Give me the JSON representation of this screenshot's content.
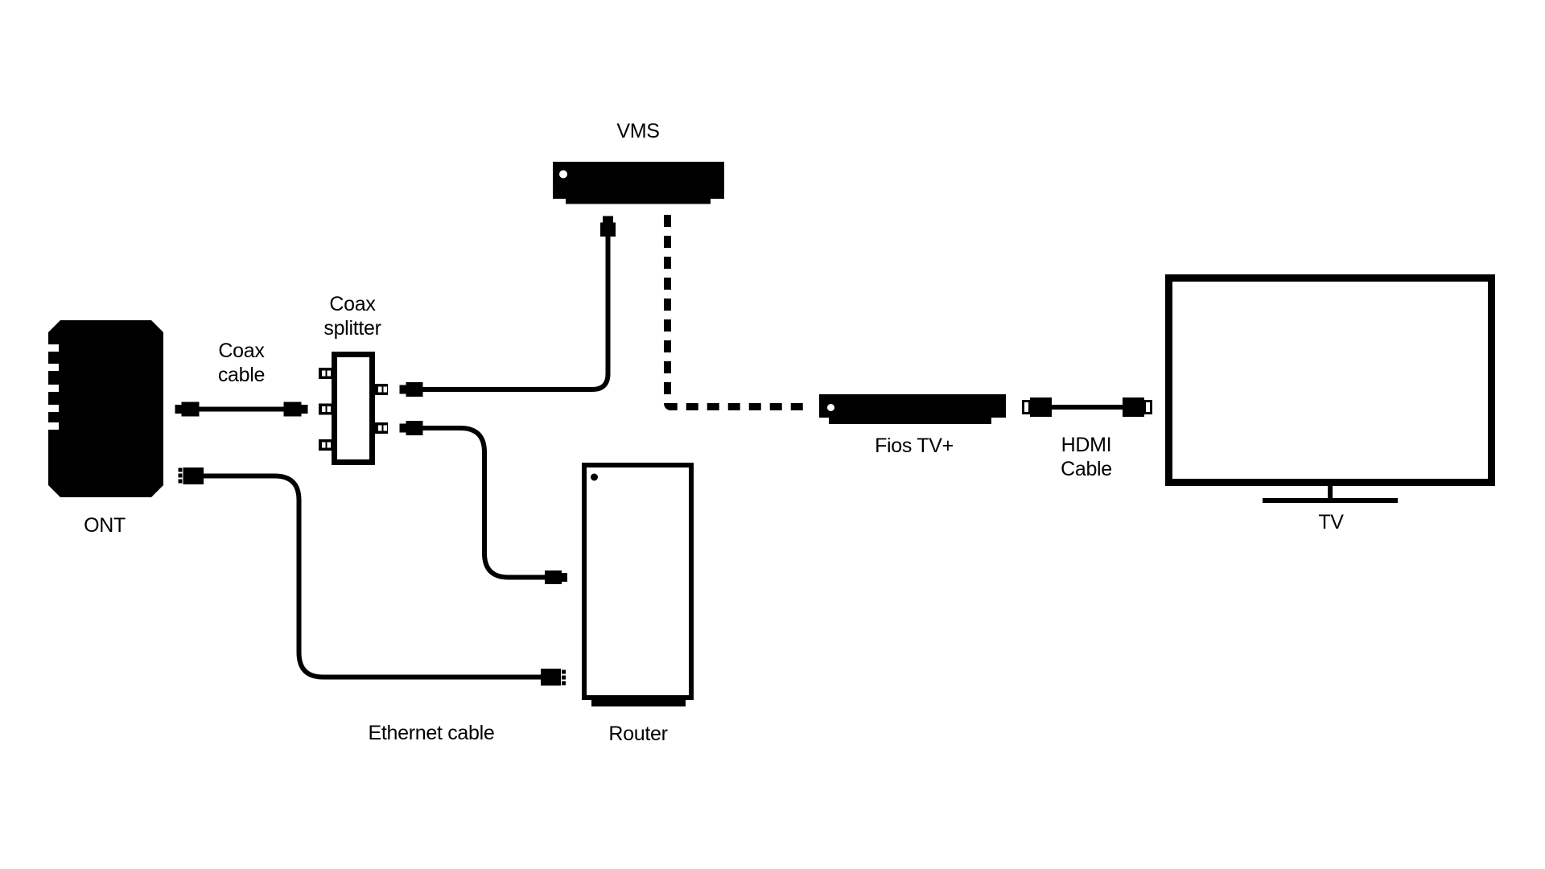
{
  "colors": {
    "ink": "#000000",
    "bg": "#ffffff"
  },
  "diagram": {
    "type": "network-setup-diagram",
    "devices": [
      "ONT",
      "Coax splitter",
      "VMS",
      "Router",
      "Fios TV+",
      "TV"
    ],
    "cables": [
      "Coax cable",
      "Ethernet cable",
      "HDMI Cable"
    ],
    "connections": [
      {
        "from": "ONT",
        "to": "Coax splitter",
        "via": "Coax cable",
        "style": "solid"
      },
      {
        "from": "Coax splitter",
        "to": "VMS",
        "style": "solid"
      },
      {
        "from": "Coax splitter",
        "to": "Router",
        "style": "solid"
      },
      {
        "from": "ONT",
        "to": "Router",
        "via": "Ethernet cable",
        "style": "solid"
      },
      {
        "from": "VMS",
        "to": "Fios TV+",
        "style": "dashed"
      },
      {
        "from": "Fios TV+",
        "to": "TV",
        "via": "HDMI Cable",
        "style": "solid"
      }
    ]
  },
  "labels": {
    "vms": [
      "VMS"
    ],
    "coax_splitter": [
      "Coax",
      "splitter"
    ],
    "coax_cable": [
      "Coax",
      "cable"
    ],
    "ont": [
      "ONT"
    ],
    "fios_tv": [
      "Fios TV+"
    ],
    "hdmi_cable": [
      "HDMI",
      "Cable"
    ],
    "tv": [
      "TV"
    ],
    "router": [
      "Router"
    ],
    "ethernet_cable": [
      "Ethernet cable"
    ]
  }
}
